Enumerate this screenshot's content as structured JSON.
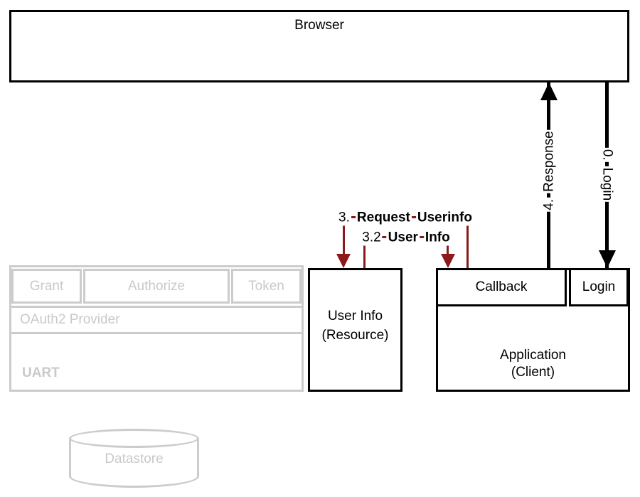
{
  "title": "OAuth2 login flow diagram",
  "colors": {
    "active": "#000000",
    "flow_accent": "#8c1a1a",
    "inactive": "#cccccc",
    "background": "#ffffff"
  },
  "browser": {
    "label": "Browser"
  },
  "oauth_provider": {
    "tabs": [
      {
        "label": "Grant"
      },
      {
        "label": "Authorize"
      },
      {
        "label": "Token"
      }
    ],
    "provider_label": "OAuth2 Provider",
    "uart_label": "UART"
  },
  "user_info_box": {
    "line1": "User Info",
    "line2": "(Resource)"
  },
  "application_box": {
    "callback_label": "Callback",
    "login_label": "Login",
    "line1": "Application",
    "line2": "(Client)"
  },
  "datastore": {
    "label": "Datastore"
  },
  "flows": {
    "login": {
      "label": "0. Login",
      "words": [
        {
          "t": "0.",
          "b": false
        },
        {
          "t": "Login",
          "b": false
        }
      ]
    },
    "response": {
      "label": "4. Response",
      "words": [
        {
          "t": "4.",
          "b": false
        },
        {
          "t": "Response",
          "b": false
        }
      ]
    },
    "request_userinfo": {
      "label": "3. Request Userinfo",
      "words": [
        {
          "t": "3.",
          "b": false
        },
        {
          "t": "Request",
          "b": true
        },
        {
          "t": "Userinfo",
          "b": true
        }
      ]
    },
    "user_info_return": {
      "label": "3.2 User Info",
      "words": [
        {
          "t": "3.2",
          "b": false
        },
        {
          "t": "User",
          "b": true
        },
        {
          "t": "Info",
          "b": true
        }
      ]
    }
  }
}
